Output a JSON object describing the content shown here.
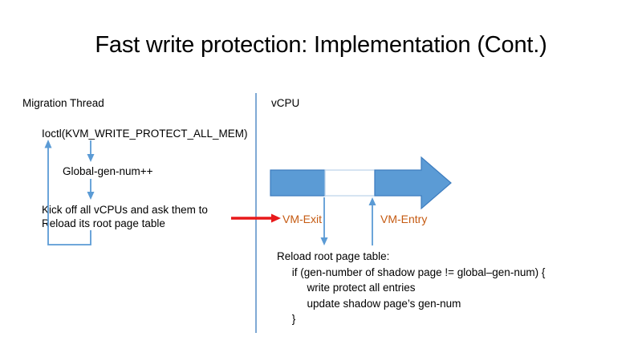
{
  "slide": {
    "title": "Fast write protection: Implementation (Cont.)",
    "background_color": "#FFFFFF"
  },
  "colors": {
    "blue_fill": "#5B9BD5",
    "blue_stroke": "#2E75B6",
    "blue_line": "#5B9BD5",
    "divider_line": "#7FA9D4",
    "red_arrow": "#E8191A",
    "accent_text": "#C55A11",
    "body_text": "#000000"
  },
  "left_column": {
    "header": "Migration Thread",
    "steps": [
      "Ioctl(KVM_WRITE_PROTECT_ALL_MEM)",
      "Global-gen-num++"
    ],
    "kick_off_line1": "Kick off all vCPUs and ask them to",
    "kick_off_line2": "Reload its root page table"
  },
  "right_column": {
    "header": "vCPU",
    "vm_exit_label": "VM-Exit",
    "vm_entry_label": "VM-Entry",
    "code": {
      "line1": "Reload root page table:",
      "line2": "     if (gen-number of shadow page != global–gen-num) {",
      "line3": "          write protect all entries",
      "line4": "          update shadow page’s gen-num",
      "line5": "     }"
    }
  }
}
